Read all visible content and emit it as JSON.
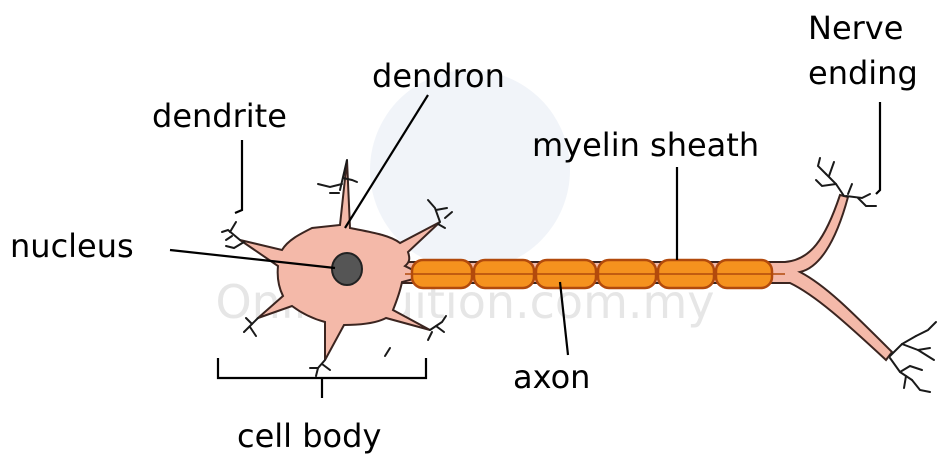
{
  "labels": {
    "dendron": "dendron",
    "dendrite": "dendrite",
    "myelin_sheath": "myelin sheath",
    "nerve_ending_line1": "Nerve",
    "nerve_ending_line2": "ending",
    "nucleus": "nucleus",
    "axon": "axon",
    "cell_body": "cell body"
  },
  "watermark": "OnlineTuition.com.my",
  "colors": {
    "cell_fill": "#f4b9a9",
    "cell_stroke": "#3b2520",
    "nucleus_fill": "#555555",
    "myelin_fill": "#f5921e",
    "myelin_stroke": "#b24a0c",
    "label_text": "#000000",
    "watermark": "#e3e3e3"
  }
}
